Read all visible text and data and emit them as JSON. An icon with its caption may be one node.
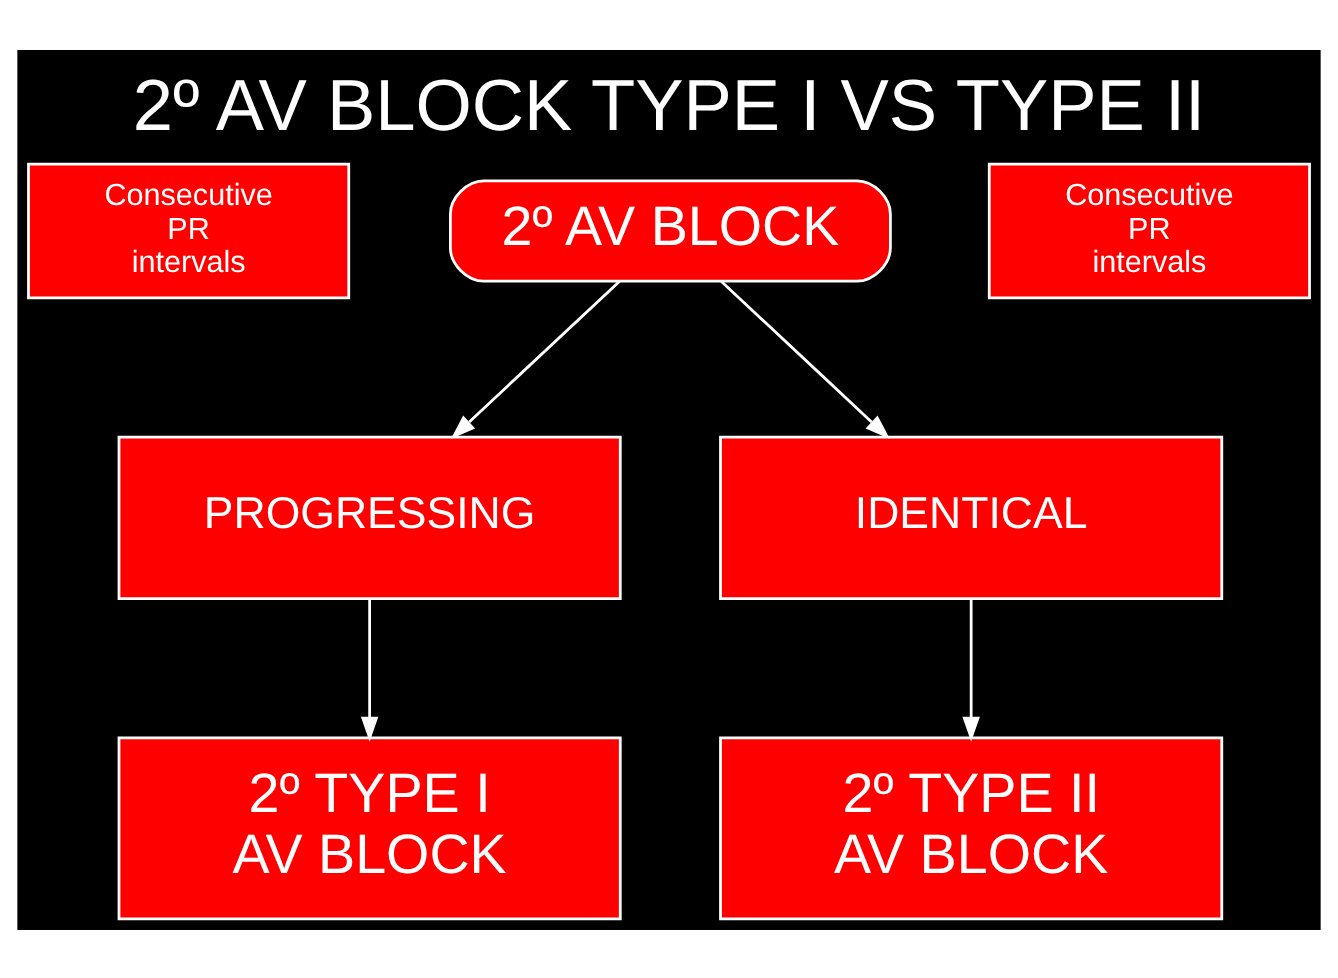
{
  "diagram": {
    "title": "2º AV BLOCK TYPE I VS TYPE II",
    "nodes": [
      {
        "text": [
          "2º AV BLOCK"
        ]
      },
      {
        "text": [
          "Consecutive PR intervals"
        ]
      },
      {
        "text": [
          "Consecutive PR intervals"
        ]
      },
      {
        "text": [
          "PROGRESSING"
        ]
      },
      {
        "text": [
          "IDENTICAL"
        ]
      },
      {
        "text": [
          "2º TYPE I AV BLOCK"
        ]
      },
      {
        "text": [
          "2º TYPE II AV BLOCK"
        ]
      }
    ],
    "edges": [
      {
        "from": 0,
        "to": 3,
        "arrow": "to"
      },
      {
        "from": 0,
        "to": 4,
        "arrow": "to"
      },
      {
        "from": 3,
        "to": 5,
        "arrow": "to"
      },
      {
        "from": 4,
        "to": 6,
        "arrow": "to"
      }
    ]
  }
}
